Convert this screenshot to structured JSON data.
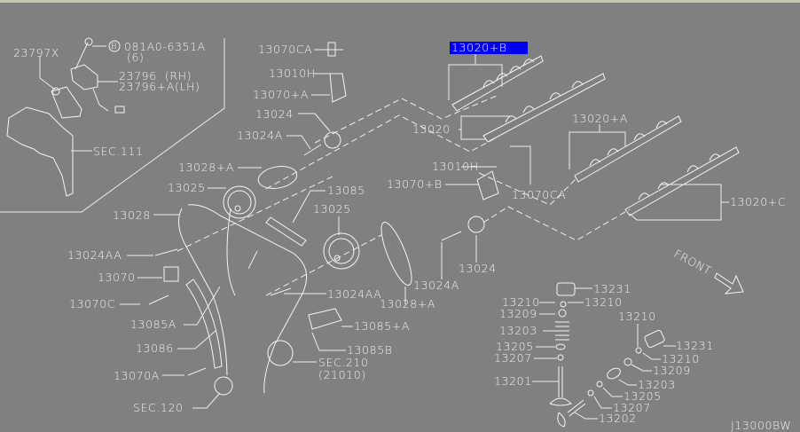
{
  "diagram": {
    "code": "J13000BW",
    "highlight_color": "#0000f0",
    "background_color": "#808080",
    "front_indicator": "FRONT",
    "inset": {
      "labels": {
        "l23797x": "23797X",
        "bolt_code": "081A0-6351A",
        "bolt_marker": "B",
        "bolt_qty": "(6)",
        "l23796": "23796  (RH)",
        "l23796a": "23796+A(LH)",
        "sec111": "SEC.111"
      }
    },
    "labels": {
      "p13070ca_top": "13070CA",
      "p13010h_top": "13010H",
      "p13070a_plus": "13070+A",
      "p13024_top": "13024",
      "p13024a_top": "13024A",
      "p13028a_top": "13028+A",
      "p13025_left": "13025",
      "p13085": "13085",
      "p13025_mid": "13025",
      "p13028": "13028",
      "p13024aa_left": "13024AA",
      "p13070": "13070",
      "p13070c": "13070C",
      "p13024aa_mid": "13024AA",
      "p13028a_bottom": "13028+A",
      "p13085a": "13085A",
      "p13086": "13086",
      "p13085_plus_a": "13085+A",
      "p13085b": "13085B",
      "p13070a": "13070A",
      "sec210": "SEC.210",
      "sec210_sub": "(21010)",
      "sec120": "SEC.120",
      "p13020b": "13020+B",
      "p13020": "13020",
      "p13010h_mid": "13010H",
      "p13070b": "13070+B",
      "p13070ca_mid": "13070CA",
      "p13024_mid": "13024",
      "p13024a_mid": "13024A",
      "p13020a": "13020+A",
      "p13020c": "13020+C",
      "v1_13231": "13231",
      "v1_13210_l": "13210",
      "v1_13210_r": "13210",
      "v1_13209": "13209",
      "v1_13203": "13203",
      "v1_13205": "13205",
      "v1_13207": "13207",
      "v1_13201": "13201",
      "v2_13210_top": "13210",
      "v2_13231": "13231",
      "v2_13210": "13210",
      "v2_13209": "13209",
      "v2_13203": "13203",
      "v2_13205": "13205",
      "v2_13207": "13207",
      "v2_13202": "13202"
    }
  }
}
